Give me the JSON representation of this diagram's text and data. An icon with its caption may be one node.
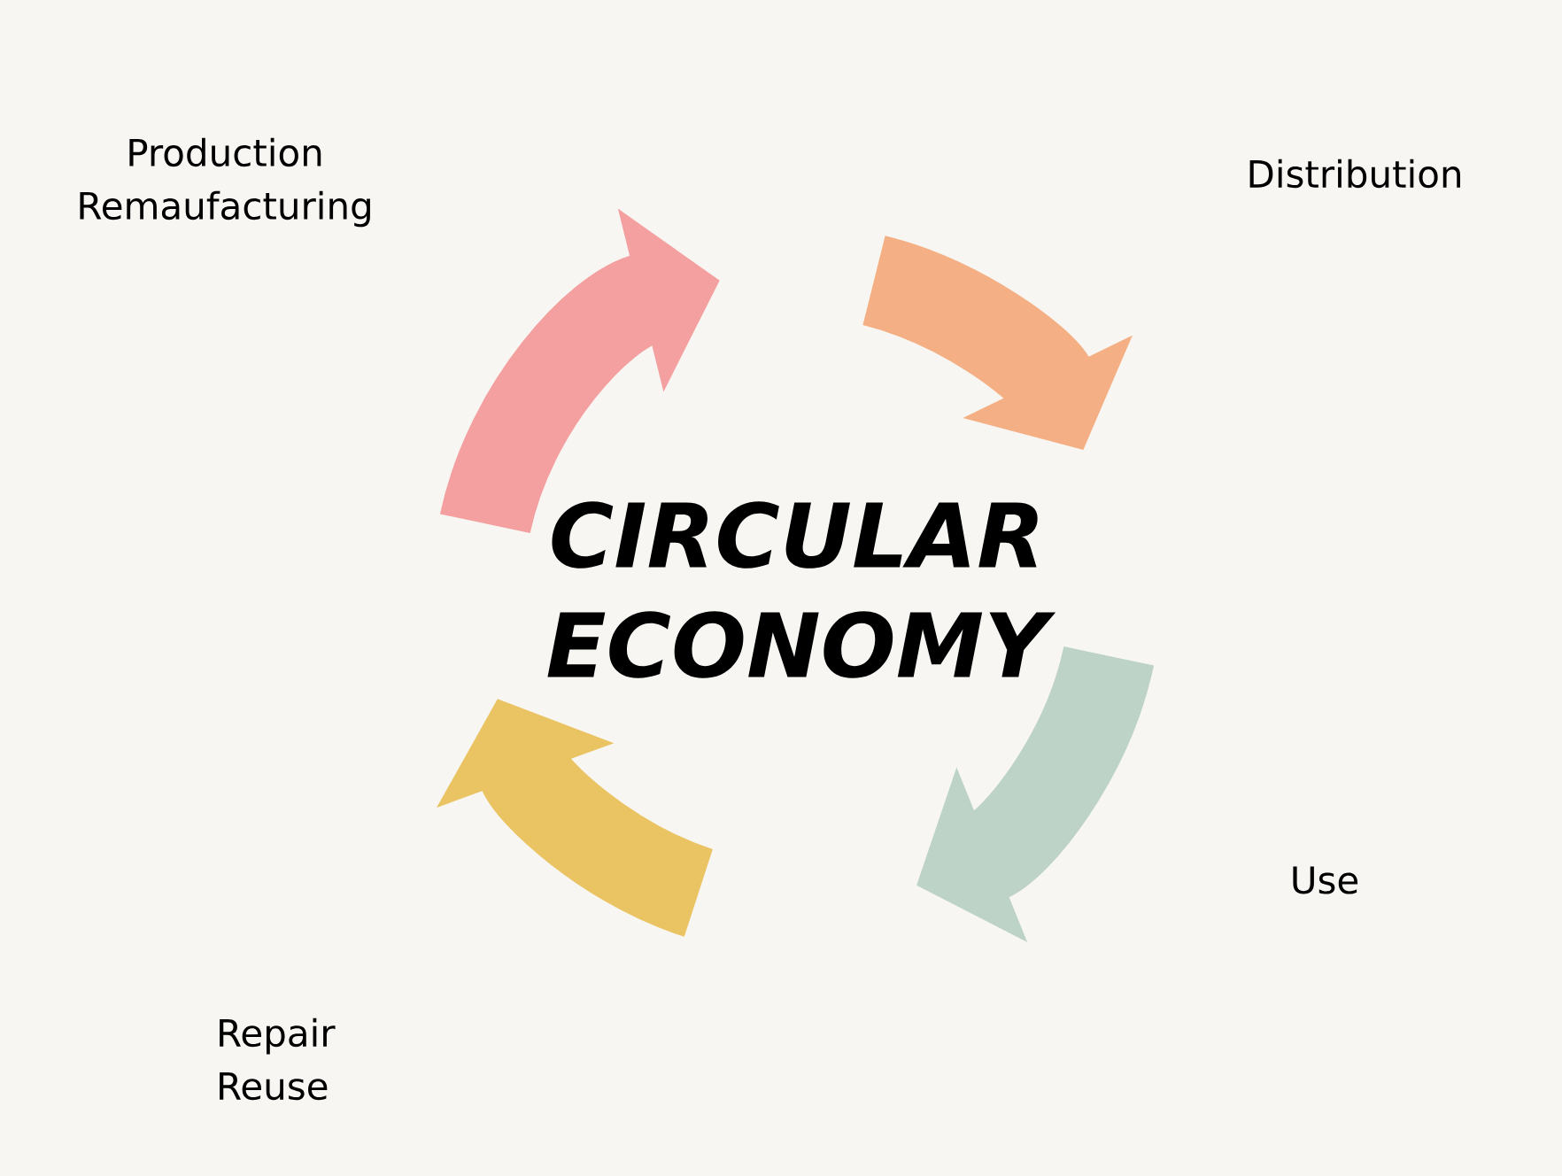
{
  "diagram": {
    "title": "CIRCULAR ECONOMY",
    "nodes": [
      {
        "text": [],
        "shape": "arrow"
      },
      {
        "text": [],
        "shape": "arrow"
      },
      {
        "text": [],
        "shape": "arrow"
      },
      {
        "text": [],
        "shape": "arrow"
      }
    ],
    "labels": [
      "Production Remaufacturing",
      "Distribution",
      "Use",
      "Repair Reuse"
    ]
  }
}
